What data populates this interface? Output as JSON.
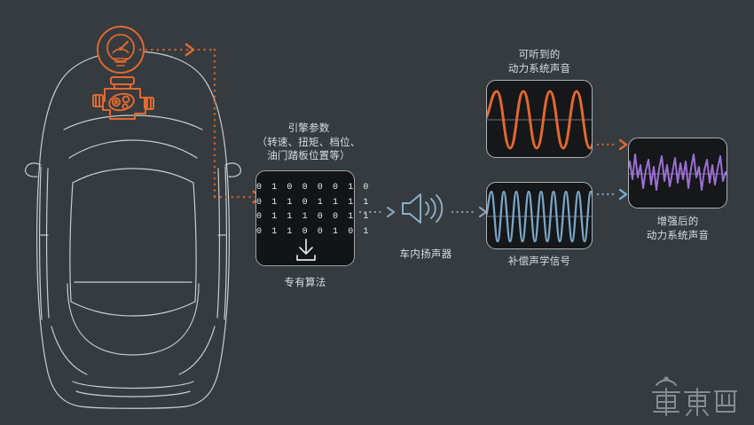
{
  "theme": {
    "background": "#353b3f",
    "accent_orange": "#e2682f",
    "accent_blue": "#7aa6c8",
    "accent_purple": "#9b6fd4",
    "line_gray": "#c8ced2",
    "panel_bg": "#151719",
    "text": "#d9dde0"
  },
  "car": {
    "name": "car-top-view-outline",
    "icons": {
      "gauge": "speedometer-icon",
      "engine": "engine-block-icon"
    }
  },
  "flow": {
    "engine_params": {
      "line1": "引擎参数",
      "line2": "（转速、扭矩、档位、",
      "line3": "油门踏板位置等）"
    },
    "algorithm": {
      "caption": "专有算法",
      "download_icon": "download-icon",
      "bits": [
        "0 1 0 0 0 0 1 0",
        "0 1 1 0 1 1 1 1",
        "0 1 1 1 0 0 1 1",
        "0 1 1 0 0 1 0 1"
      ]
    },
    "speaker": {
      "caption": "车内扬声器",
      "icon": "speaker-icon"
    }
  },
  "panels": [
    {
      "id": "audible",
      "caption_line1": "可听到的",
      "caption_line2": "动力系统声音",
      "color": "#e2682f",
      "wave": "low-frequency-sine"
    },
    {
      "id": "compensation",
      "caption_line1": "补偿声学信号",
      "caption_line2": "",
      "color": "#7aa6c8",
      "wave": "high-frequency-sine"
    },
    {
      "id": "enhanced",
      "caption_line1": "增强后的",
      "caption_line2": "动力系统声音",
      "color": "#9b6fd4",
      "wave": "composite-jagged"
    }
  ],
  "chart_data": {
    "type": "line",
    "title": "Active Sound Design signal flow waveforms",
    "series": [
      {
        "name": "可听到的动力系统声音",
        "color": "#e2682f",
        "waveform": "sine",
        "cycles": 4,
        "amplitude": 1.0,
        "panel": "audible"
      },
      {
        "name": "补偿声学信号",
        "color": "#7aa6c8",
        "waveform": "sine",
        "cycles": 8,
        "amplitude": 0.95,
        "panel": "compensation"
      },
      {
        "name": "增强后的动力系统声音",
        "color": "#9b6fd4",
        "waveform": "composite",
        "cycles": 22,
        "amplitude": 0.75,
        "panel": "enhanced"
      }
    ],
    "grid": false,
    "legend_position": "below-each-panel",
    "xlabel": "",
    "ylabel": ""
  },
  "watermark": {
    "text": "車東西"
  }
}
